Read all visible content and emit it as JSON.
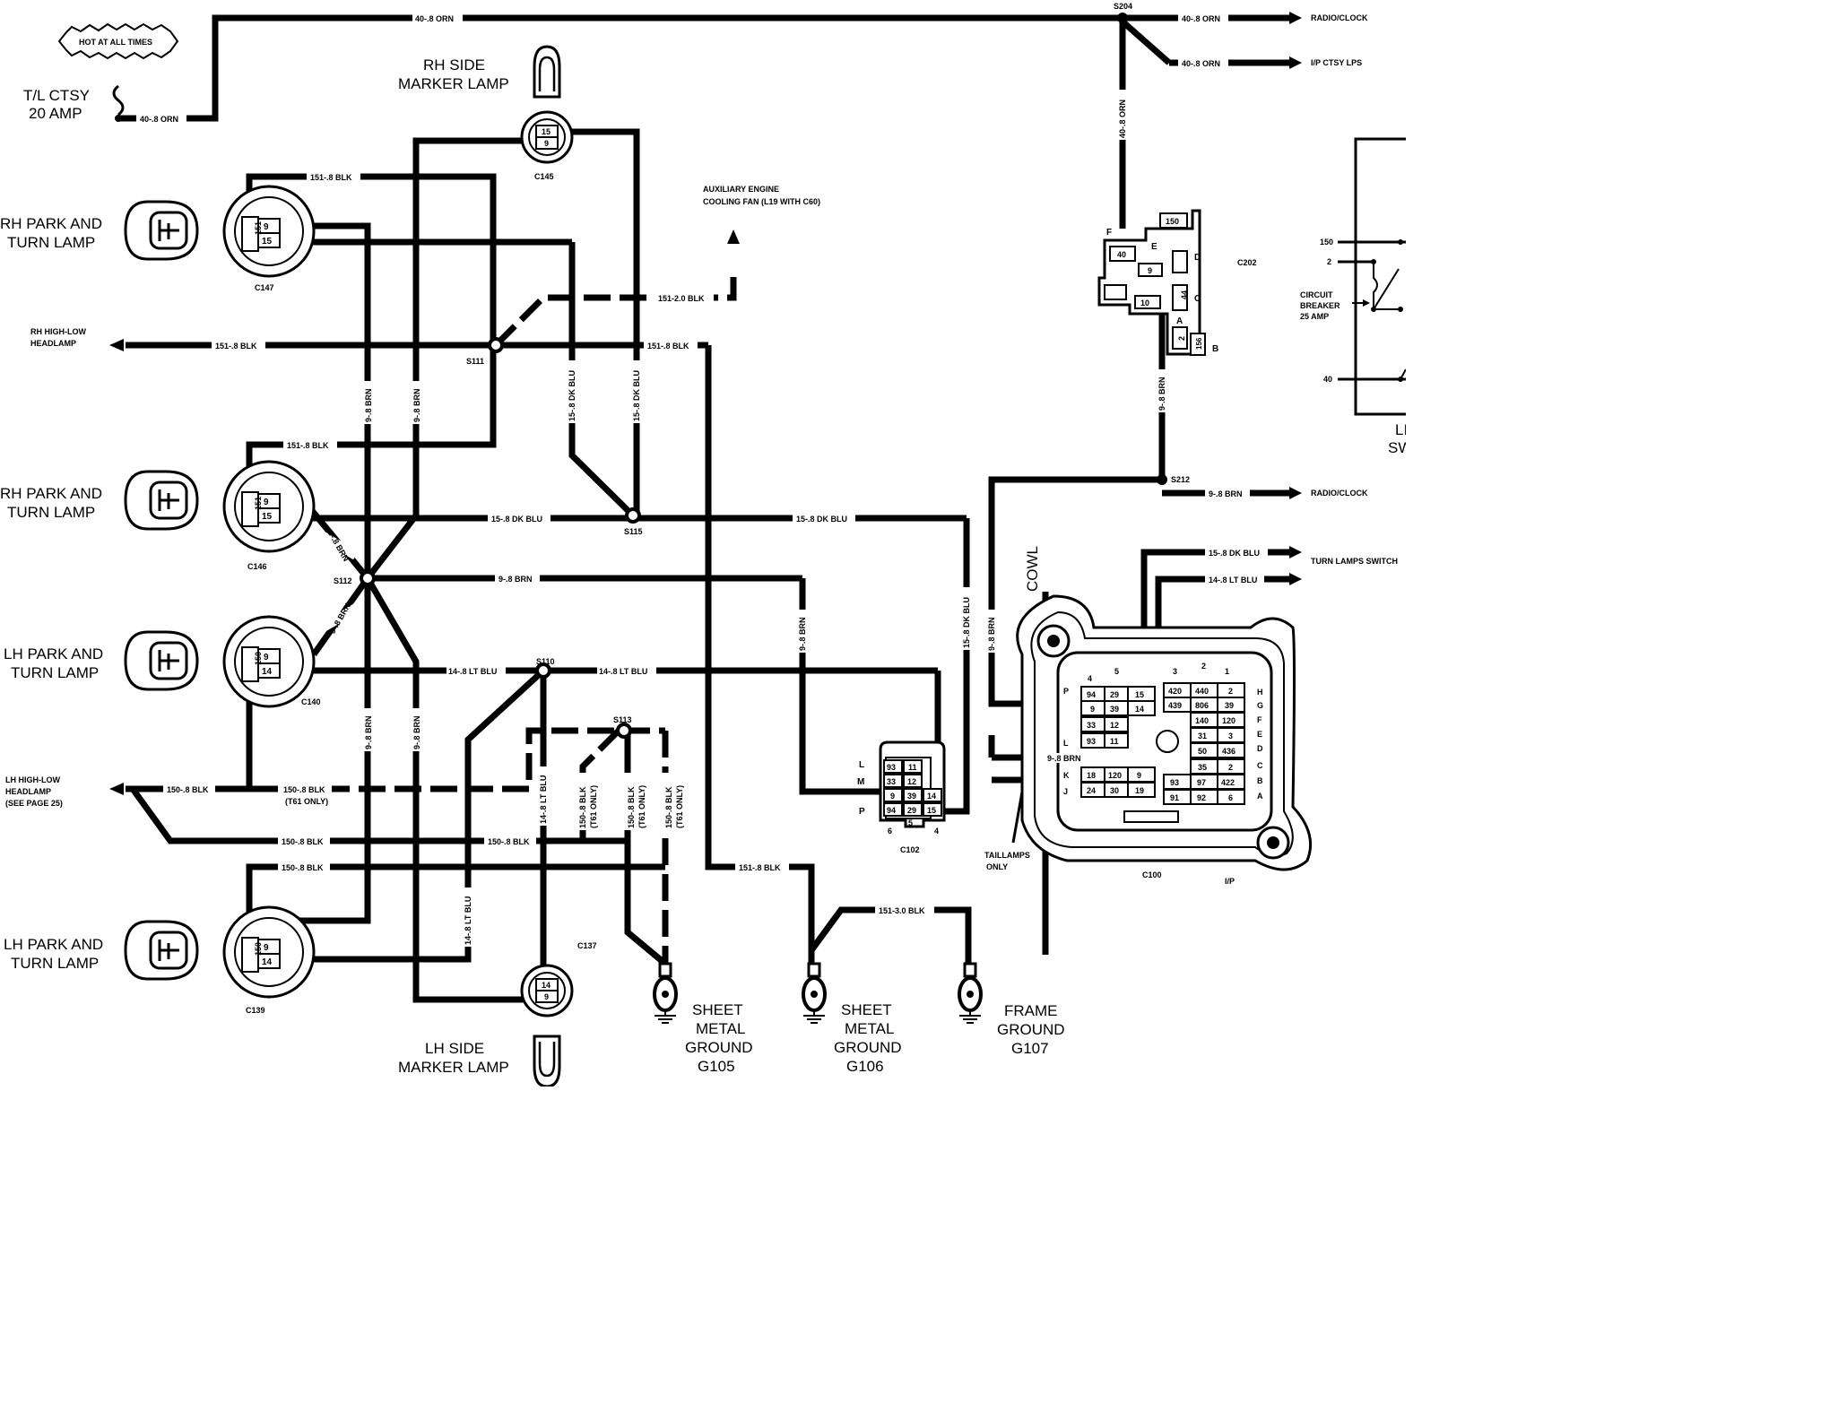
{
  "title_note": "HOT AT ALL TIMES",
  "fuse": {
    "name": "T/L CTSY",
    "rating": "20 AMP"
  },
  "components": {
    "rh_side_marker": [
      "RH SIDE",
      "MARKER LAMP"
    ],
    "lh_side_marker": [
      "LH SIDE",
      "MARKER LAMP"
    ],
    "rh_park_turn_1": [
      "RH PARK AND",
      "TURN LAMP"
    ],
    "rh_park_turn_2": [
      "RH PARK AND",
      "TURN LAMP"
    ],
    "lh_park_turn_1": [
      "LH PARK AND",
      "TURN LAMP"
    ],
    "lh_park_turn_2": [
      "LH PARK AND",
      "TURN LAMP"
    ],
    "ground_g105": [
      "SHEET",
      "METAL",
      "GROUND",
      "G105"
    ],
    "ground_g106": [
      "SHEET",
      "METAL",
      "GROUND",
      "G106"
    ],
    "ground_g107": [
      "FRAME",
      "GROUND",
      "G107"
    ],
    "aux_fan": [
      "AUXILIARY ENGINE",
      "COOLING FAN (L19 WITH C60)"
    ],
    "rh_headlamp": [
      "RH HIGH-LOW",
      "HEADLAMP"
    ],
    "lh_headlamp": [
      "LH HIGH-LOW",
      "HEADLAMP",
      "(SEE PAGE 25)"
    ],
    "circuit_breaker": [
      "CIRCUIT",
      "BREAKER",
      "25 AMP"
    ],
    "cowl": "COWL",
    "ip": "I/P",
    "taillamps_only": [
      "TAILLAMPS",
      "ONLY"
    ],
    "switch_partial": [
      "LI",
      "SW"
    ]
  },
  "connectors": {
    "c145": "C145",
    "c147": "C147",
    "c146": "C146",
    "c140": "C140",
    "c139": "C139",
    "c137": "C137",
    "c102": "C102",
    "c100": "C100",
    "c202": "C202"
  },
  "splices": {
    "s204": "S204",
    "s111": "S111",
    "s112": "S112",
    "s115": "S115",
    "s110": "S110",
    "s113": "S113",
    "s212": "S212"
  },
  "wires": {
    "orn_main": "40-.8 ORN",
    "orn_fuse": "40-.8 ORN",
    "orn_radio": "40-.8 ORN",
    "orn_ip": "40-.8 ORN",
    "orn_vert": "40-.8 ORN",
    "blk_top": "151-.8 BLK",
    "blk_c146": "151-.8 BLK",
    "blk_fan": "151-2.0 BLK",
    "blk_rh_head": "151-.8 BLK",
    "blk_s111": "151-.8 BLK",
    "dkblu_s115a": "15-.8 DK BLU",
    "dkblu_s115b": "15-.8 DK BLU",
    "dkblu_h1": "15-.8 DK BLU",
    "dkblu_h2": "15-.8 DK BLU",
    "dkblu_v": "15-.8 DK BLU",
    "dkblu_turn": "15-.8 DK BLU",
    "brn_v1": "9-.8 BRN",
    "brn_v2": "9-.8 BRN",
    "brn_diag1": "9-.8 BRN",
    "brn_diag2": "9-.8 BRN",
    "brn_h": "9-.8 BRN",
    "brn_c102": "9-.8 BRN",
    "brn_cowl": "9-.8 BRN",
    "brn_c100": "9-.8 BRN",
    "brn_v3": "9-.8 BRN",
    "brn_v4": "9-.8 BRN",
    "brn_s212": "9-.8 BRN",
    "brn_radio": "9-.8 BRN",
    "ltblu_c140": "14-.8 LT BLU",
    "ltblu_h": "14-.8 LT BLU",
    "ltblu_v1": "14-.8 LT BLU",
    "ltblu_v2": "14-.8 LT BLU",
    "ltblu_turn": "14-.8 LT BLU",
    "blk150_lh_head": "150-.8 BLK",
    "blk150_t61": "150-.8 BLK",
    "t61_only": "(T61 ONLY)",
    "blk150_low": "150-.8 BLK",
    "blk150_low2": "150-.8 BLK",
    "blk150_c139": "150-.8 BLK",
    "blk150_v1": "150-.8 BLK",
    "blk150_v2": "150-.8 BLK",
    "blk150_v3": "150-.8 BLK",
    "blk_g106": "151-.8 BLK",
    "blk_g107": "151-3.0 BLK"
  },
  "destinations": {
    "radio_clock": "RADIO/CLOCK",
    "ip_ctsy": "I/P CTSY LPS",
    "radio_clock_2": "RADIO/CLOCK",
    "turn_switch": "TURN LAMPS SWITCH"
  },
  "pins": {
    "lamp_rh1": [
      "151",
      "9",
      "15"
    ],
    "lamp_rh2": [
      "151",
      "9",
      "15"
    ],
    "lamp_lh1": [
      "150",
      "9",
      "14"
    ],
    "lamp_lh2": [
      "150",
      "9",
      "14"
    ],
    "c145": [
      "15",
      "9"
    ],
    "c137": [
      "14",
      "9"
    ],
    "c202_cells": [
      "150",
      "E",
      "D",
      "F",
      "40",
      "9",
      "10",
      "44",
      "C",
      "A",
      "2",
      "156",
      "B"
    ],
    "c102_rows": [
      "L",
      "M",
      "P"
    ],
    "c102_cells": [
      [
        "93",
        "11"
      ],
      [
        "33",
        "12"
      ],
      [
        "9",
        "39",
        "14"
      ],
      [
        "94",
        "29",
        "15"
      ]
    ],
    "c102_bottom": [
      "6",
      "5",
      "4"
    ],
    "c100_cols_left": [
      "4",
      "5"
    ],
    "c100_cols_right": [
      "3",
      "2",
      "1"
    ],
    "c100_rows_left": [
      "P",
      "L",
      "K",
      "J"
    ],
    "c100_rows_right": [
      "H",
      "G",
      "F",
      "E",
      "D",
      "C",
      "B",
      "A"
    ],
    "c100_left": [
      [
        "94",
        "29",
        "15"
      ],
      [
        "9",
        "39",
        "14"
      ],
      [
        "33",
        "12"
      ],
      [
        "93",
        "11"
      ],
      [
        "18",
        "120",
        "9"
      ],
      [
        "24",
        "30",
        "19"
      ]
    ],
    "c100_right": [
      [
        "420",
        "440",
        "2"
      ],
      [
        "439",
        "806",
        "39"
      ],
      [
        "140",
        "120"
      ],
      [
        "31",
        "3"
      ],
      [
        "50",
        "436"
      ],
      [
        "35",
        "2"
      ],
      [
        "93",
        "97",
        "422"
      ],
      [
        "91",
        "92",
        "6"
      ]
    ],
    "cb_pins": [
      "150",
      "2",
      "40"
    ]
  }
}
